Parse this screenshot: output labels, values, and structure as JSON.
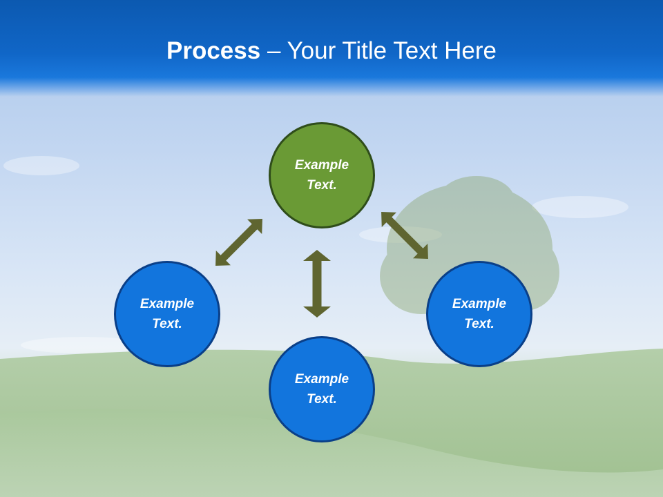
{
  "slide": {
    "title_bold": "Process",
    "title_rest": " – Your Title Text Here"
  },
  "nodes": [
    {
      "id": "top",
      "label": "Example Text.",
      "color": "#6a9a35"
    },
    {
      "id": "left",
      "label": "Example Text.",
      "color": "#1275dd"
    },
    {
      "id": "right",
      "label": "Example Text.",
      "color": "#1275dd"
    },
    {
      "id": "bottom",
      "label": "Example Text.",
      "color": "#1275dd"
    }
  ],
  "edges": [
    {
      "from": "top",
      "to": "left",
      "type": "bidirectional"
    },
    {
      "from": "top",
      "to": "right",
      "type": "bidirectional"
    },
    {
      "from": "top",
      "to": "bottom",
      "type": "bidirectional"
    }
  ],
  "colors": {
    "header": "#1066c7",
    "arrow": "#5f6530"
  }
}
